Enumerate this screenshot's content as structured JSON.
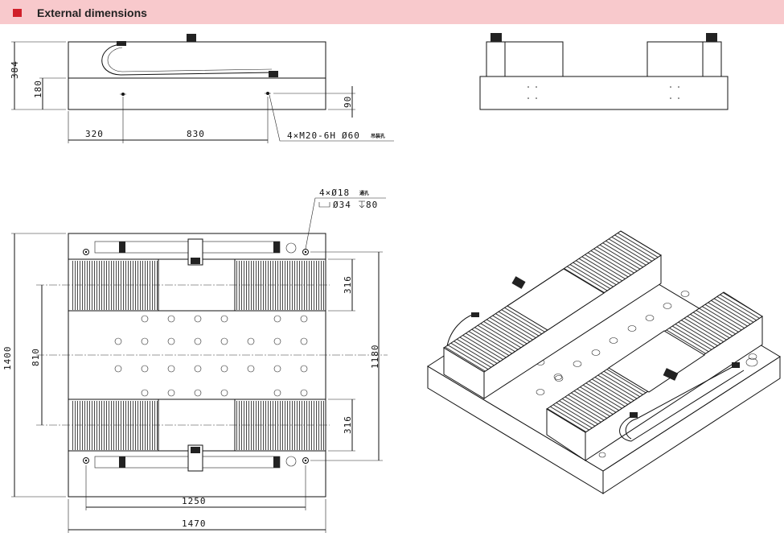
{
  "header": {
    "title": "External dimensions",
    "accent_color": "#d0202a",
    "band_color": "#f8c9cc"
  },
  "front_view": {
    "dim_total_height": "384",
    "dim_base_height": "180",
    "dim_hole_height": "90",
    "dim_left_offset": "320",
    "dim_hole_spacing": "830",
    "hole_spec": "4×M20-6H",
    "hole_dia": "Ø60",
    "hole_note": "吊装孔"
  },
  "top_view": {
    "dim_total_depth": "1400",
    "dim_rail_pitch": "810",
    "dim_rail_width_upper": "316",
    "dim_rail_width_lower": "316",
    "dim_hole_pitch_y": "1180",
    "dim_hole_pitch_x": "1250",
    "dim_total_width": "1470",
    "hole_spec": "4×Ø18",
    "hole_note": "通孔",
    "counterbore_dia": "Ø34",
    "counterbore_depth": "80"
  }
}
